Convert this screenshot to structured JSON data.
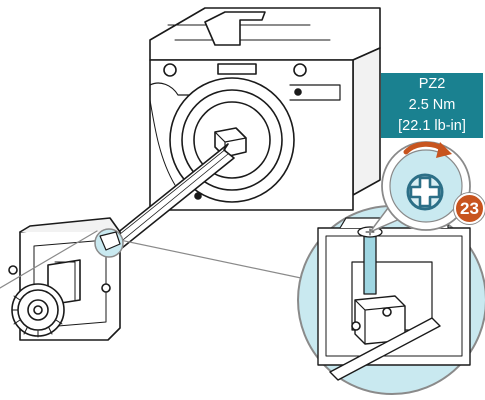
{
  "callout": {
    "bit": "PZ2",
    "torque_metric": "2.5 Nm",
    "torque_imperial": "[22.1 lb-in]"
  },
  "step": {
    "number": "23"
  },
  "colors": {
    "callout_bg": "#1a8190",
    "badge_bg": "#c8541e",
    "highlight": "#c9e9f0",
    "rotate_arrow": "#c8541e"
  },
  "icons": [
    "pozidriv-screw-head-icon",
    "rotate-clockwise-icon"
  ]
}
